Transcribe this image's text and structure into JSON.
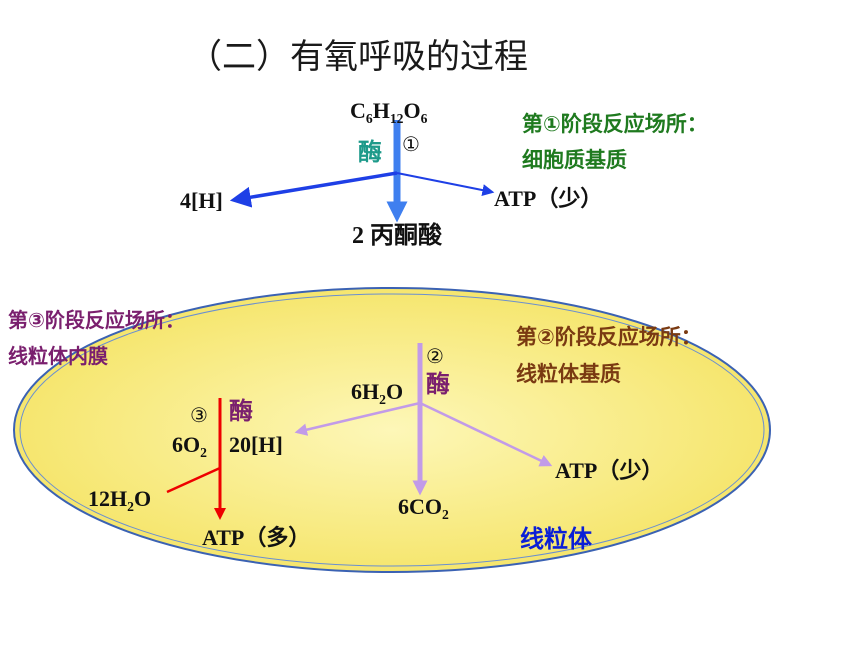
{
  "title": "（二）有氧呼吸的过程",
  "stage1": {
    "glucose": {
      "c": "C",
      "c_n": "6",
      "h": "H",
      "h_n": "12",
      "o": "O",
      "o_n": "6"
    },
    "enzyme": "酶",
    "marker": "①",
    "nadh": "4[H]",
    "atp": "ATP（少）",
    "product": "2 丙酮酸",
    "site_label": "第①阶段反应场所：",
    "site_value": "细胞质基质"
  },
  "stage2": {
    "marker": "②",
    "enzyme": "酶",
    "water": {
      "prefix": "6H",
      "n": "2",
      "suffix": "O"
    },
    "atp": "ATP（少）",
    "co2": {
      "prefix": "6CO",
      "n": "2"
    },
    "site_label": "第②阶段反应场所：",
    "site_value": "线粒体基质"
  },
  "stage3": {
    "marker": "③",
    "enzyme": "酶",
    "oxygen": {
      "prefix": "6O",
      "n": "2"
    },
    "nadh": "20[H]",
    "water": {
      "prefix": "12H",
      "n": "2",
      "suffix": "O"
    },
    "atp": "ATP（多）",
    "site_label": "第③阶段反应场所：",
    "site_value": "线粒体内膜"
  },
  "organelle_label": "线粒体",
  "colors": {
    "blue": "#1e3fe6",
    "light_blue": "#3f7fef",
    "purple": "#c29be8",
    "red": "#ee0000",
    "green_text": "#1f7a1f",
    "purple_text": "#7a1f6e",
    "brown_text": "#7a3a12",
    "blue_text": "#0a1fd6",
    "cell_fill": "#f9ee7a",
    "cell_stroke": "#3b62b3"
  }
}
